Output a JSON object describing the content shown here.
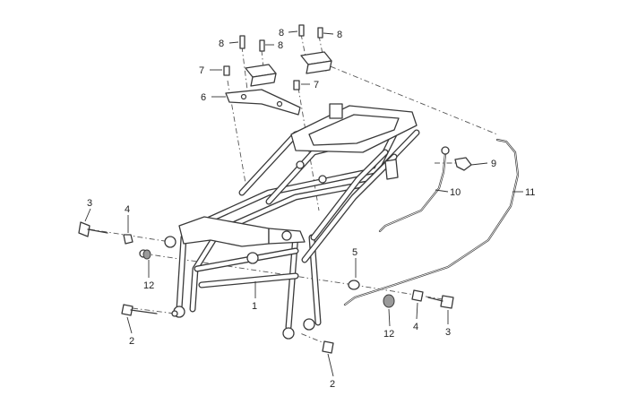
{
  "diagram": {
    "callouts": [
      {
        "id": "c8a",
        "label": "8"
      },
      {
        "id": "c8b",
        "label": "8"
      },
      {
        "id": "c8c",
        "label": "8"
      },
      {
        "id": "c8d",
        "label": "8"
      },
      {
        "id": "c7a",
        "label": "7"
      },
      {
        "id": "c7b",
        "label": "7"
      },
      {
        "id": "c6",
        "label": "6"
      },
      {
        "id": "c9",
        "label": "9"
      },
      {
        "id": "c10",
        "label": "10"
      },
      {
        "id": "c11",
        "label": "11"
      },
      {
        "id": "c3a",
        "label": "3"
      },
      {
        "id": "c4a",
        "label": "4"
      },
      {
        "id": "c12a",
        "label": "12"
      },
      {
        "id": "c2a",
        "label": "2"
      },
      {
        "id": "c1",
        "label": "1"
      },
      {
        "id": "c5",
        "label": "5"
      },
      {
        "id": "c4b",
        "label": "4"
      },
      {
        "id": "c3b",
        "label": "3"
      },
      {
        "id": "c12b",
        "label": "12"
      },
      {
        "id": "c2b",
        "label": "2"
      }
    ]
  }
}
